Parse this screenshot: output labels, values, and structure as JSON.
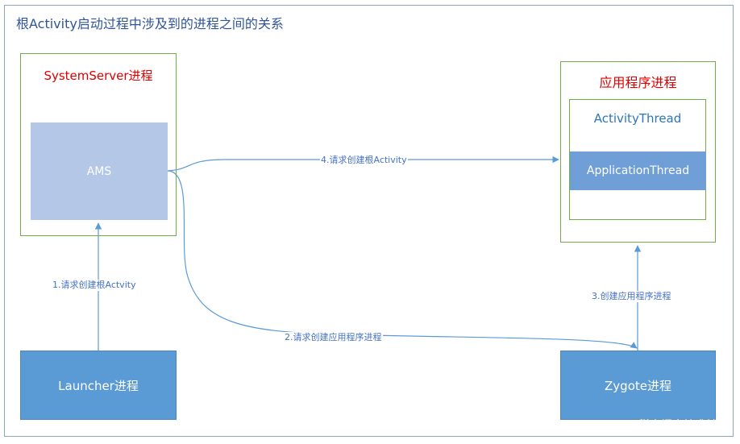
{
  "diagram": {
    "title": "根Activity启动过程中涉及到的进程之间的关系",
    "nodes": {
      "system_server": "SystemServer进程",
      "ams": "AMS",
      "app_process": "应用程序进程",
      "activity_thread": "ActivityThread",
      "application_thread": "ApplicationThread",
      "launcher": "Launcher进程",
      "zygote": "Zygote进程"
    },
    "edges": [
      {
        "from": "launcher",
        "to": "ams",
        "label": "1.请求创建根Actvity"
      },
      {
        "from": "ams",
        "to": "zygote",
        "label": "2.请求创建应用程序进程"
      },
      {
        "from": "zygote",
        "to": "app_process",
        "label": "3.创建应用程序进程"
      },
      {
        "from": "ams",
        "to": "application_thread",
        "label": "4.请求创建根Activity"
      }
    ],
    "watermark": "@稀土掘金技术社区",
    "colors": {
      "title": "#2f5597",
      "process_border": "#70ad47",
      "process_label": "#e00000",
      "ams_fill": "#b4c7e7",
      "node_fill": "#5b9bd5",
      "application_thread_fill": "#6f9fd6",
      "edge": "#5b9bd5",
      "edge_label": "#4472c4"
    }
  }
}
